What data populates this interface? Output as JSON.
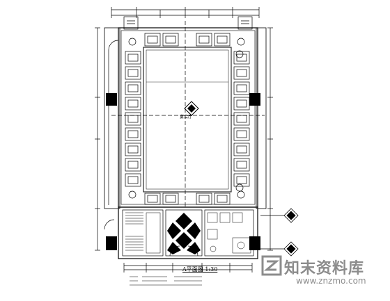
{
  "drawing": {
    "title": "A平面图 1:30",
    "room_label": "宴会厅"
  },
  "watermark": {
    "text": "知末资料库",
    "url": "www.znzmo.com",
    "logo": "znzmo-logo"
  },
  "icons": {
    "diamond": "diamond-marker-icon",
    "section": "section-marker-icon"
  }
}
